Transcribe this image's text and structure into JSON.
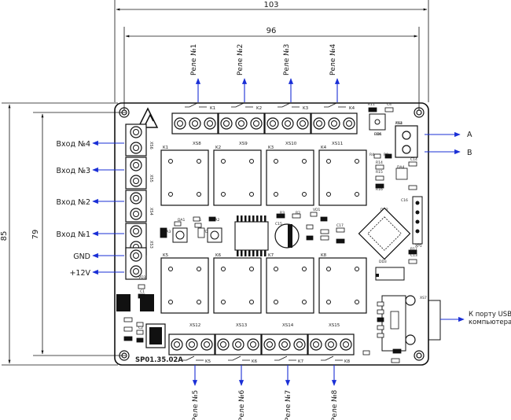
{
  "dimensions": {
    "width_total": "103",
    "width_inner": "96",
    "height_total": "85",
    "height_inner": "79"
  },
  "inputs_left": [
    {
      "label": "Вход №4"
    },
    {
      "label": "Вход №3"
    },
    {
      "label": "Вход №2"
    },
    {
      "label": "Вход №1"
    },
    {
      "label": "GND"
    },
    {
      "label": "+12V"
    }
  ],
  "relays_top": [
    {
      "label": "Реле №1"
    },
    {
      "label": "Реле №2"
    },
    {
      "label": "Реле №3"
    },
    {
      "label": "Реле №4"
    }
  ],
  "relays_bottom": [
    {
      "label": "Реле №5"
    },
    {
      "label": "Реле №6"
    },
    {
      "label": "Реле №7"
    },
    {
      "label": "Реле №8"
    }
  ],
  "rs485": {
    "a_label": "A",
    "b_label": "B"
  },
  "usb": {
    "line1": "К порту USB",
    "line2": "компьютера"
  },
  "board": {
    "part_number": "SP01.35.02A",
    "refs_top_connectors": [
      "XS8",
      "XS9",
      "XS10",
      "XS11"
    ],
    "refs_bottom_connectors": [
      "XS12",
      "XS13",
      "XS14",
      "XS15"
    ],
    "refs_relays_top": [
      "K1",
      "K2",
      "K3",
      "K4"
    ],
    "refs_relays_bottom": [
      "K5",
      "K6",
      "K7",
      "K8"
    ],
    "refs_left_connectors": [
      "XS6",
      "XS5",
      "XS4",
      "XS3",
      "XS2",
      "XS1"
    ],
    "refs_misc": [
      "XS4",
      "DD1",
      "DA4",
      "DD2",
      "DD3",
      "XS7",
      "R11",
      "C4",
      "R14",
      "R15",
      "R16",
      "C14",
      "C15",
      "C16",
      "C17",
      "R17",
      "C13",
      "XP1",
      "DA1",
      "DA2",
      "DA3",
      "R5",
      "R3",
      "R2",
      "VD1",
      "VD2",
      "VD3",
      "C1",
      "C2",
      "R4",
      "R8",
      "FU3",
      "FU4"
    ]
  },
  "colors": {
    "arrow": "#1a2fd6",
    "line": "#222222"
  }
}
